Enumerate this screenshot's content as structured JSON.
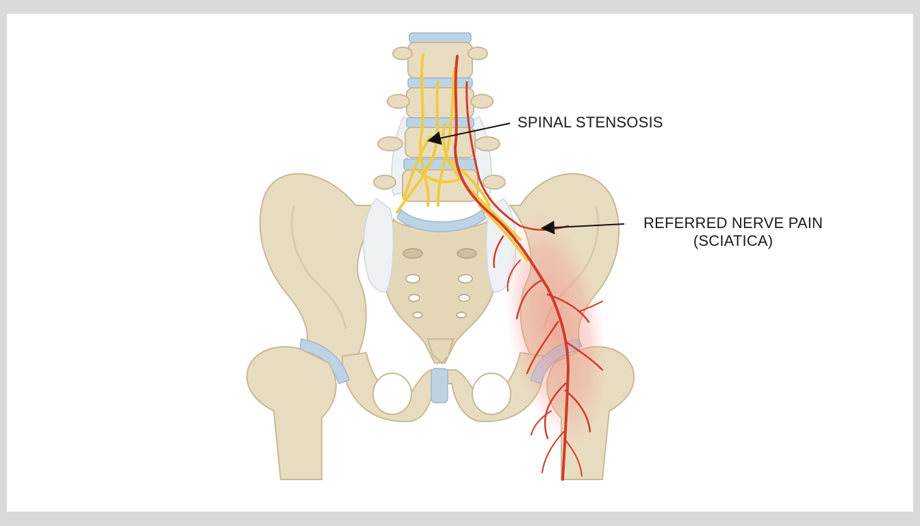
{
  "labels": {
    "stenosis": "SPINAL STENSOSIS",
    "referred_line1": "REFERRED NERVE PAIN",
    "referred_line2": "(SCIATICA)"
  },
  "colors": {
    "frame_border": "#d9d9d9",
    "background": "#ffffff",
    "bone": "#e8dcc0",
    "bone_stroke": "#c9b893",
    "disc": "#bcd3e6",
    "nerve_spinal": "#f0cb3c",
    "nerve_sciatic": "#d43a2a",
    "pain_zone": "#f29a90",
    "ligament": "#eef1f4",
    "text": "#1a1a1a"
  }
}
